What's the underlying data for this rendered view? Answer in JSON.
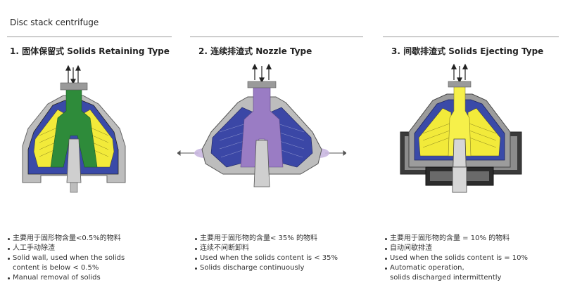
{
  "title": "Disc stack centrifuge",
  "types": [
    {
      "heading": "1. 固体保留式 Solids Retaining Type",
      "notes": [
        {
          "text": "主要用于固形物含量<0.5%的物料",
          "bullet": true
        },
        {
          "text": "人工手动除渣",
          "bullet": true
        },
        {
          "text": "Solid wall, used when the solids",
          "bullet": true
        },
        {
          "text": "content is below < 0.5%",
          "bullet": false
        },
        {
          "text": "Manual removal of solids",
          "bullet": true
        }
      ],
      "colors": {
        "discs": "#f2ea3a",
        "core": "#2e8b3a",
        "wall": "#3a4aa8",
        "casing": "#b5b5b5"
      }
    },
    {
      "heading": "2. 连续排渣式 Nozzle Type",
      "notes": [
        {
          "text": "主要用于固形物的含量< 35% 的物料",
          "bullet": true
        },
        {
          "text": "连续不间断卸料",
          "bullet": true
        },
        {
          "text": "Used when the solids content is < 35%",
          "bullet": true
        },
        {
          "text": "Solids discharge continuously",
          "bullet": true
        }
      ],
      "colors": {
        "discs": "#3b47a6",
        "core": "#9a7cc4",
        "wall": "#2b3590",
        "casing": "#b5b5b5"
      }
    },
    {
      "heading": "3. 间歇排渣式 Solids Ejecting Type",
      "notes": [
        {
          "text": "主要用于固形物的含量 = 10% 的物料",
          "bullet": true
        },
        {
          "text": "自动间歇排渣",
          "bullet": true
        },
        {
          "text": "Used when the solids content is = 10%",
          "bullet": true
        },
        {
          "text": "Automatic operation,",
          "bullet": true
        },
        {
          "text": "solids discharged intermittently",
          "bullet": false
        }
      ],
      "colors": {
        "discs": "#f2ea3a",
        "core": "#f6f04a",
        "wall": "#3a4aa8",
        "casing": "#8c8c8c"
      }
    }
  ]
}
